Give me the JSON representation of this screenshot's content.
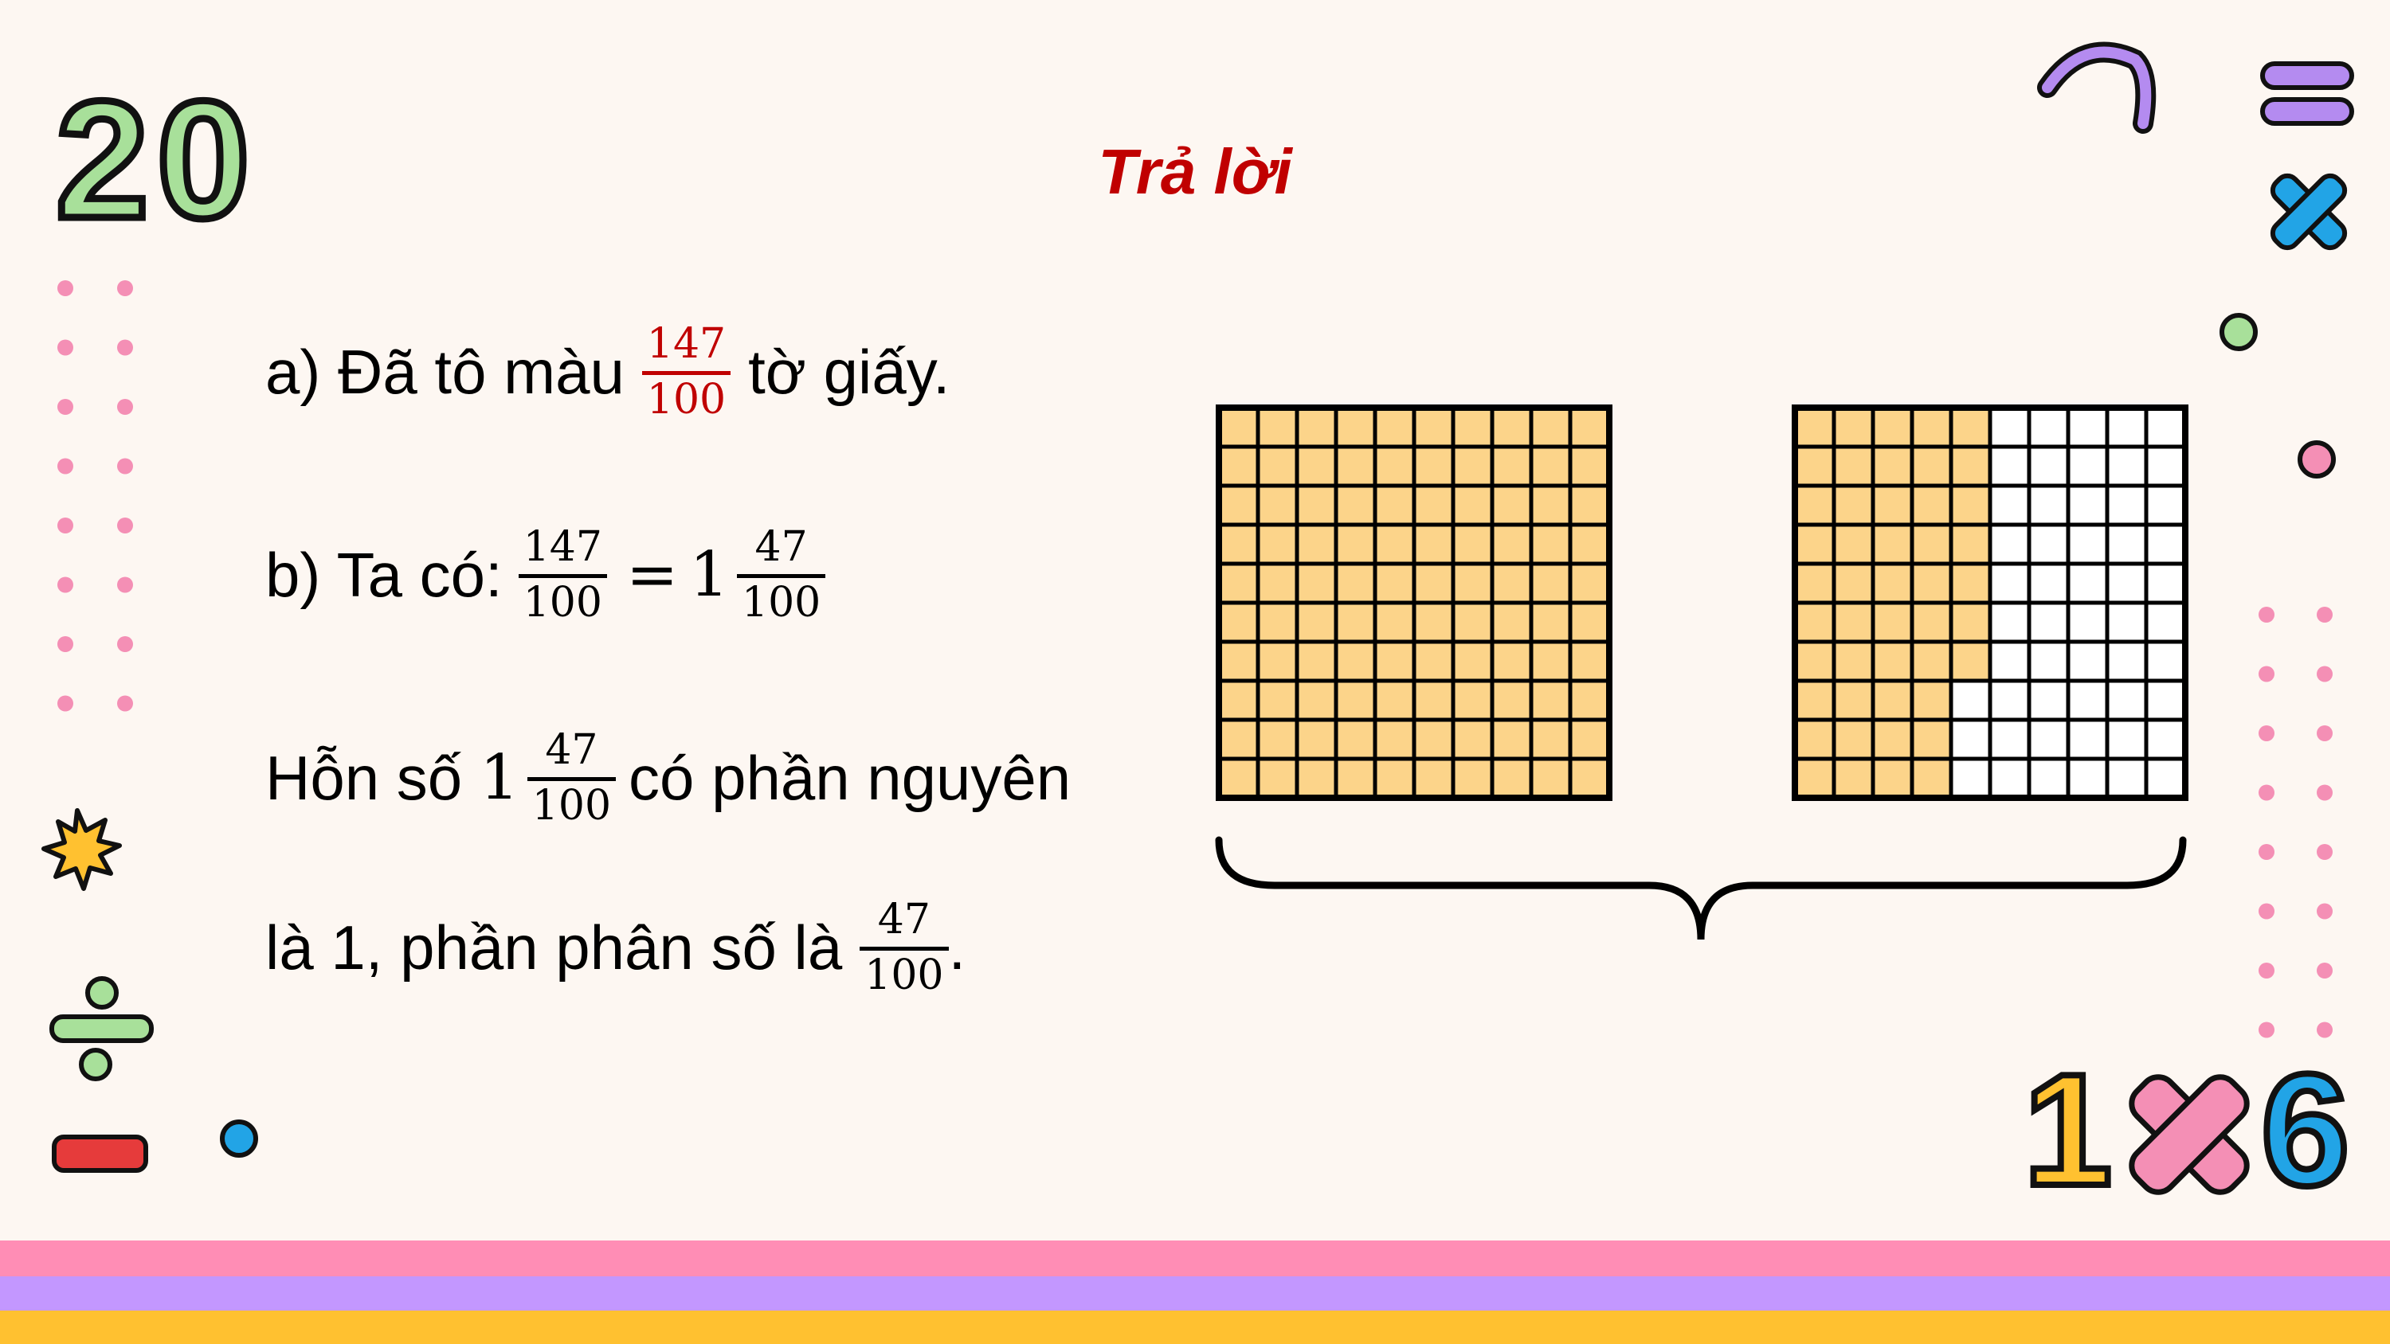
{
  "title": "Trả lời",
  "answers": {
    "a": {
      "prefix": "a) Đã tô màu",
      "num": "147",
      "den": "100",
      "suffix": "tờ giấy."
    },
    "b": {
      "prefix": "b) Ta có:",
      "lhs_num": "147",
      "lhs_den": "100",
      "equals": "=",
      "whole": "1",
      "rhs_num": "47",
      "rhs_den": "100"
    },
    "c": {
      "prefix": "Hỗn số",
      "whole": "1",
      "num": "47",
      "den": "100",
      "suffix": "có phần nguyên"
    },
    "d": {
      "prefix": "là 1, phần phân số là",
      "num": "47",
      "den": "100",
      "suffix": "."
    }
  },
  "grids": {
    "rows": 10,
    "cols": 10,
    "shaded_cells": [
      100,
      47
    ],
    "fill_color": "#fcd48a",
    "empty_color": "#ffffff"
  },
  "decor": {
    "top_left_number": "20",
    "bottom_right": [
      "1",
      "6"
    ],
    "stripe_colors": [
      "#ff8db5",
      "#c397ff",
      "#ffc130"
    ]
  },
  "colors": {
    "accent": "#c00000",
    "background": "#fdf7f2"
  }
}
